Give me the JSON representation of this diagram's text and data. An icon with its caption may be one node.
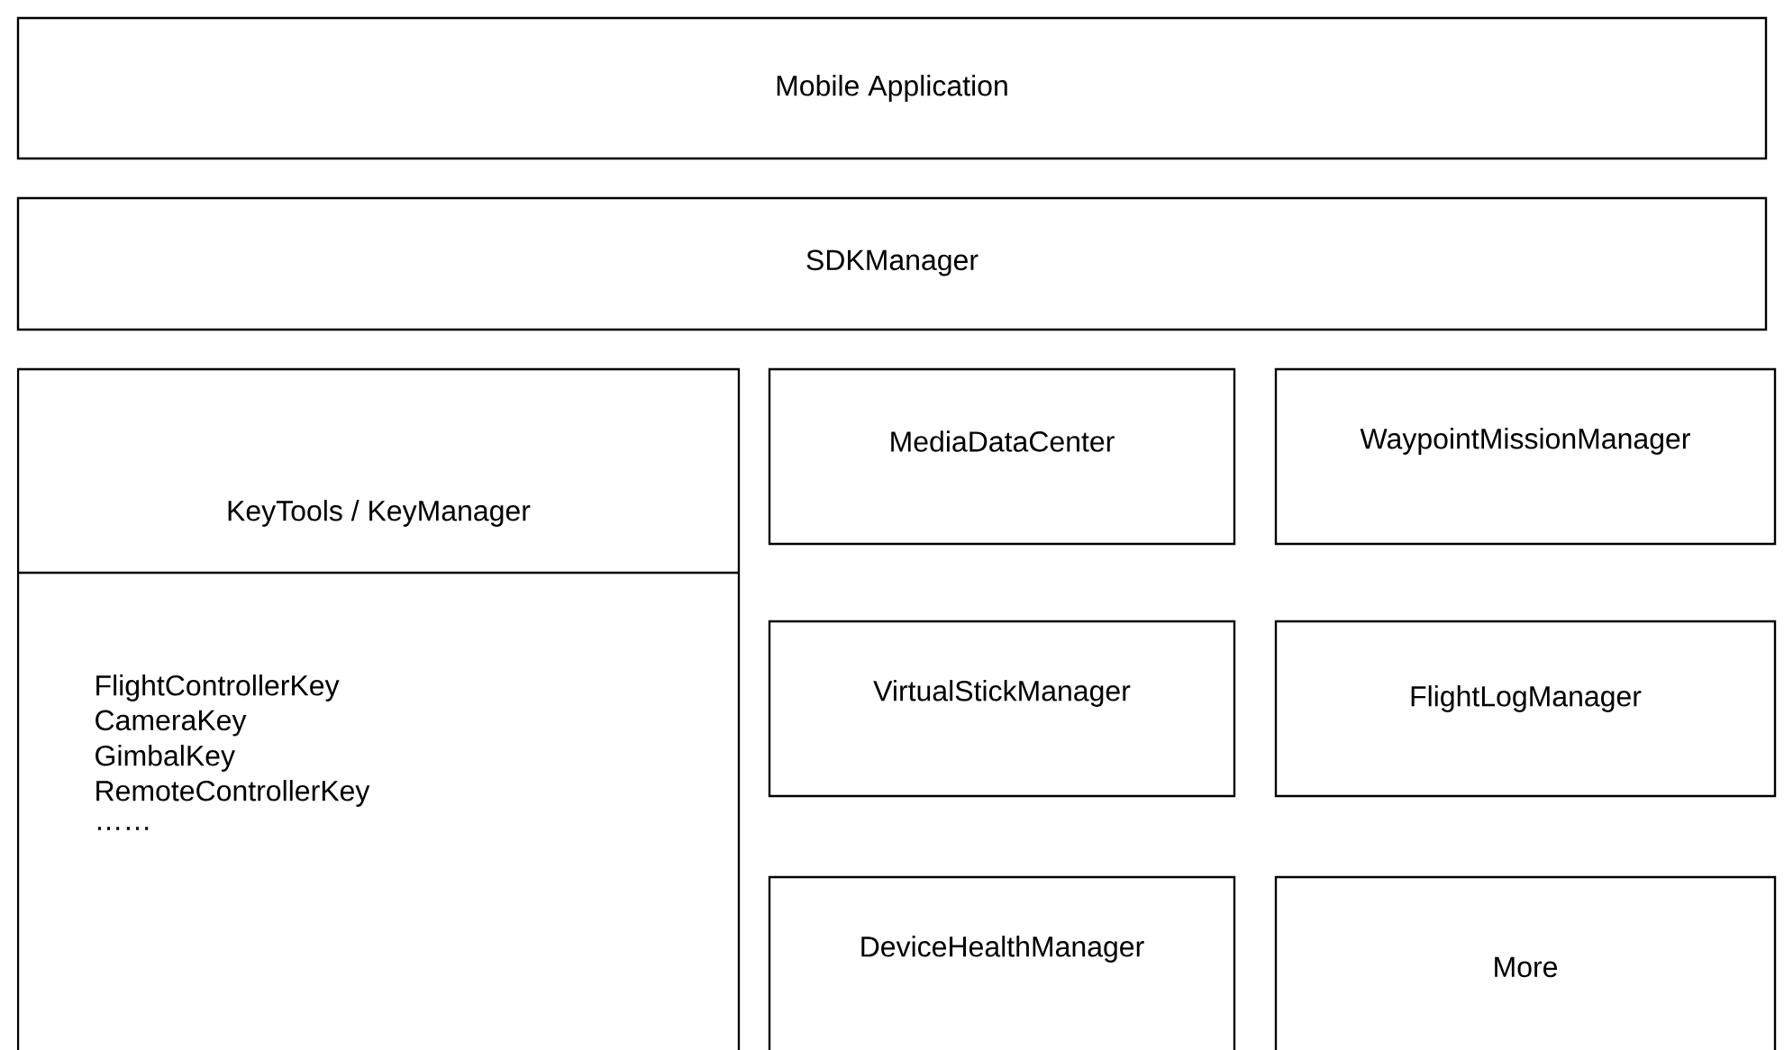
{
  "diagram": {
    "nodes": [
      {
        "text": [
          "Mobile Application"
        ]
      },
      {
        "text": [
          "SDKManager"
        ]
      },
      {
        "text": [
          "KeyTools / KeyManager",
          "FlightControllerKey",
          "CameraKey",
          "GimbalKey",
          "RemoteControllerKey",
          "……"
        ]
      },
      {
        "text": [
          "MediaDataCenter"
        ]
      },
      {
        "text": [
          "WaypointMissionManager"
        ]
      },
      {
        "text": [
          "VirtualStickManager"
        ]
      },
      {
        "text": [
          "FlightLogManager"
        ]
      },
      {
        "text": [
          "DeviceHealthManager"
        ]
      },
      {
        "text": [
          "More"
        ]
      }
    ]
  }
}
